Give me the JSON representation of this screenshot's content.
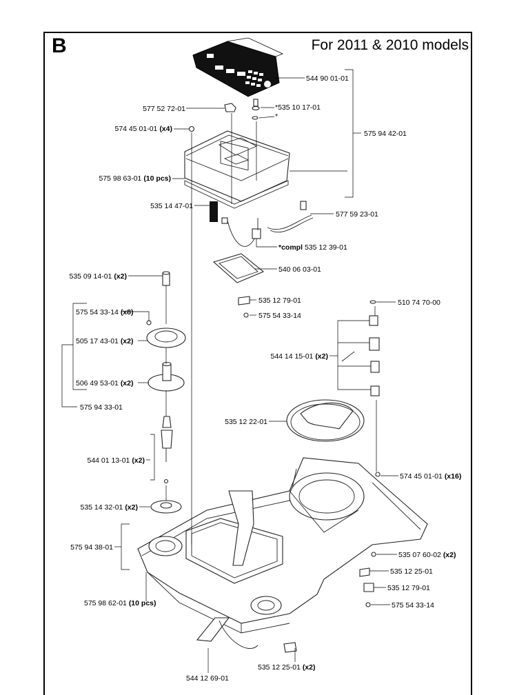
{
  "section_letter": "B",
  "title": "For 2011 & 2010 models",
  "labels": {
    "l01": {
      "part": "544 90 01-01",
      "qty": ""
    },
    "l02": {
      "part": "577 52 72-01",
      "qty": ""
    },
    "l03": {
      "part": "*535 10 17-01",
      "qty": ""
    },
    "l04": {
      "part": "*",
      "qty": ""
    },
    "l05": {
      "part": "574 45 01-01",
      "qty": "(x4)"
    },
    "l06": {
      "part": "575 94 42-01",
      "qty": ""
    },
    "l07": {
      "part": "575 98 63-01",
      "qty": "(10 pcs)"
    },
    "l08": {
      "part": "535 14 47-01",
      "qty": ""
    },
    "l09": {
      "part": "577 59 23-01",
      "qty": ""
    },
    "l10": {
      "part": "535 12 39-01",
      "qty": "",
      "prefix": "*compl"
    },
    "l11": {
      "part": "540 06 03-01",
      "qty": ""
    },
    "l12": {
      "part": "535 09 14-01",
      "qty": "(x2)"
    },
    "l13": {
      "part": "535 12 79-01",
      "qty": ""
    },
    "l14": {
      "part": "575 54 33-14",
      "qty": ""
    },
    "l15": {
      "part": "510 74 70-00",
      "qty": ""
    },
    "l16": {
      "part": "575 54 33-14",
      "qty": "(x8)"
    },
    "l17": {
      "part": "505 17 43-01",
      "qty": "(x2)"
    },
    "l18": {
      "part": "544 14 15-01",
      "qty": "(x2)"
    },
    "l19": {
      "part": "506 49 53-01",
      "qty": "(x2)"
    },
    "l20": {
      "part": "575 94 33-01",
      "qty": ""
    },
    "l21": {
      "part": "535 12 22-01",
      "qty": ""
    },
    "l22": {
      "part": "544 01 13-01",
      "qty": "(x2)"
    },
    "l23": {
      "part": "574 45 01-01",
      "qty": "(x16)"
    },
    "l24": {
      "part": "535 14 32-01",
      "qty": "(x2)"
    },
    "l25": {
      "part": "575 94 38-01",
      "qty": ""
    },
    "l26": {
      "part": "535 07 60-02",
      "qty": "(x2)"
    },
    "l27": {
      "part": "535 12 25-01",
      "qty": ""
    },
    "l28": {
      "part": "535 12 79-01",
      "qty": ""
    },
    "l29": {
      "part": "575 98 62-01",
      "qty": "(10 pcs)"
    },
    "l30": {
      "part": "575 54 33-14",
      "qty": ""
    },
    "l31": {
      "part": "535 12 25-01",
      "qty": "(x2)"
    },
    "l32": {
      "part": "544 12 69-01",
      "qty": ""
    }
  }
}
